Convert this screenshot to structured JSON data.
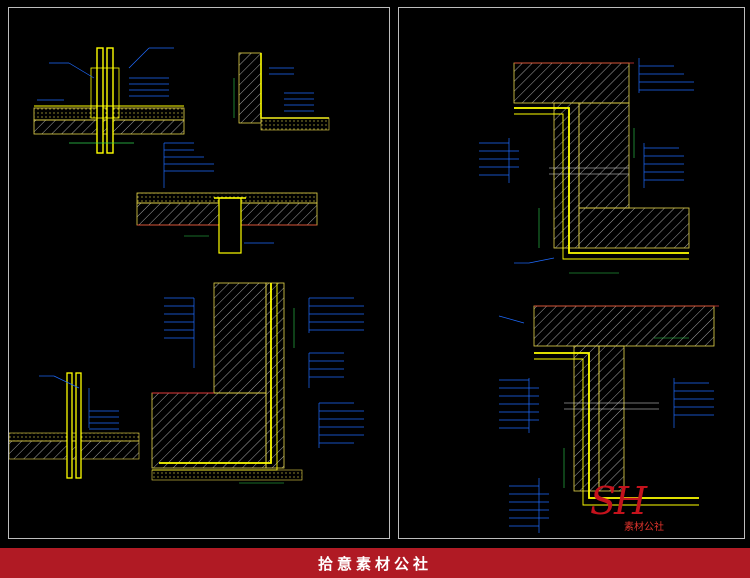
{
  "footer": {
    "text": "拾意素材公社"
  },
  "watermark": {
    "letters": "SH",
    "subtitle": "素材公社"
  },
  "colors": {
    "background": "#000000",
    "sheet_border": "#bdbdbd",
    "concrete_outline": "#e8d84a",
    "membrane": "#ffff00",
    "hatch": "#f2f2f2",
    "leader_lines": "#1e6bff",
    "dimension_lines": "#2fd64f",
    "section_marks": "#e23a3a",
    "footer_bg": "#b01a24"
  }
}
